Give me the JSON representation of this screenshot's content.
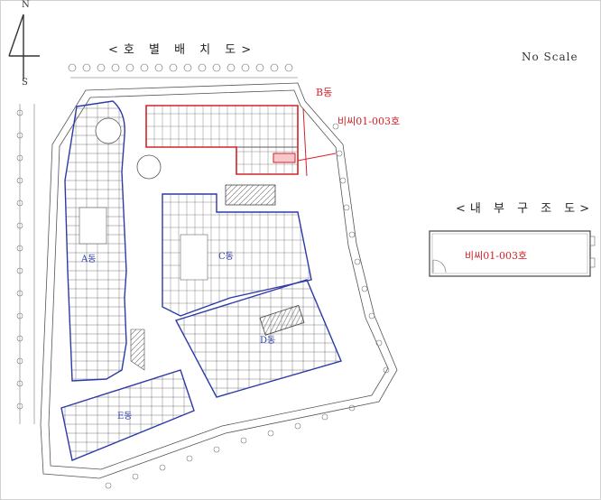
{
  "title": "<호 별 배 치 도>",
  "scale_note": "No Scale",
  "compass": {
    "north": "N",
    "south": "S"
  },
  "interior_title": "<내 부 구 조 도>",
  "buildings": {
    "a": "A동",
    "b": "B동",
    "c": "C동",
    "d": "D동",
    "e": "E동"
  },
  "highlight_unit": "비씨01-003호",
  "interior_unit": "비씨01-003호",
  "colors": {
    "building_outline": "#2b3aa8",
    "highlight": "#d2232a",
    "drawing": "#444444"
  }
}
